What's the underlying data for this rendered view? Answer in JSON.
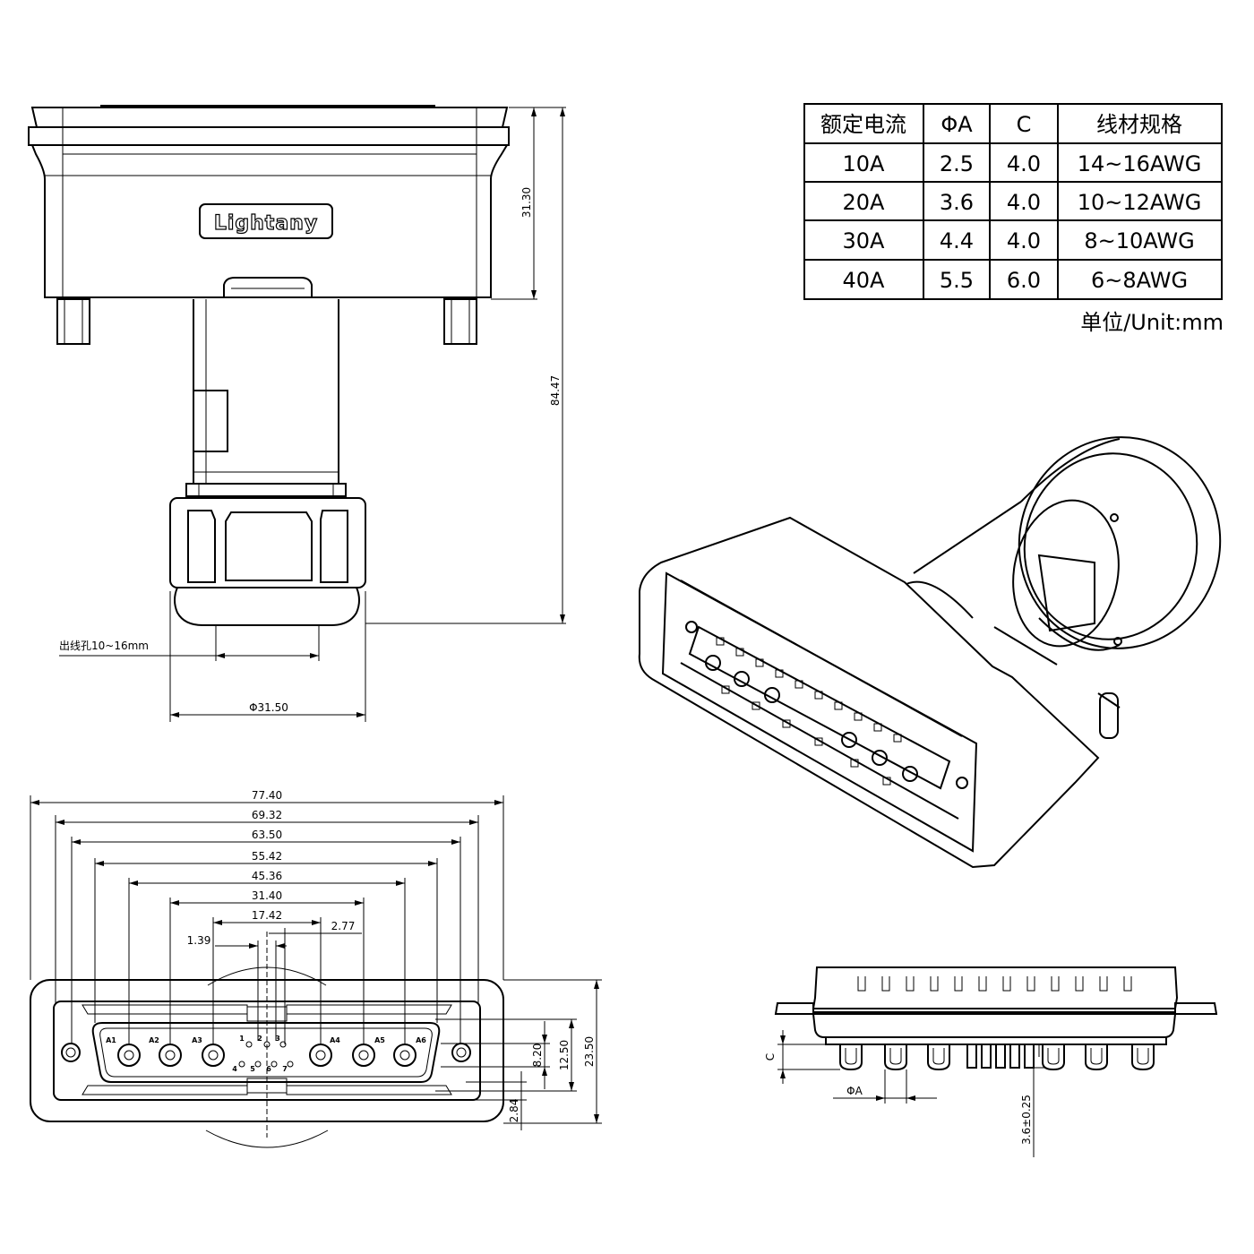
{
  "logo": "Lightany",
  "table": {
    "headers": [
      "额定电流",
      "ΦA",
      "C",
      "线材规格"
    ],
    "rows": [
      [
        "10A",
        "2.5",
        "4.0",
        "14~16AWG"
      ],
      [
        "20A",
        "3.6",
        "4.0",
        "10~12AWG"
      ],
      [
        "30A",
        "4.4",
        "4.0",
        "8~10AWG"
      ],
      [
        "40A",
        "5.5",
        "6.0",
        "6~8AWG"
      ]
    ],
    "unit": "单位/Unit:mm"
  },
  "top_view": {
    "dim_height_body": "31.30",
    "dim_height_total": "84.47",
    "cable_hole": "出线孔10~16mm",
    "dim_diameter": "Φ31.50"
  },
  "front_view": {
    "widths": [
      "77.40",
      "69.32",
      "63.50",
      "55.42",
      "45.36",
      "31.40",
      "17.42"
    ],
    "dim_small_left": "1.39",
    "dim_small_right": "2.77",
    "heights": [
      "8.20",
      "12.50",
      "23.50"
    ],
    "dim_bottom": "2.84",
    "pin_labels_power": [
      "A1",
      "A2",
      "A3",
      "A4",
      "A5",
      "A6"
    ],
    "pin_labels_signal": [
      "1",
      "2",
      "3",
      "4",
      "5",
      "6",
      "7"
    ]
  },
  "side_view": {
    "dim_c": "C",
    "dim_a": "ΦA",
    "dim_tail": "3.6±0.25"
  }
}
